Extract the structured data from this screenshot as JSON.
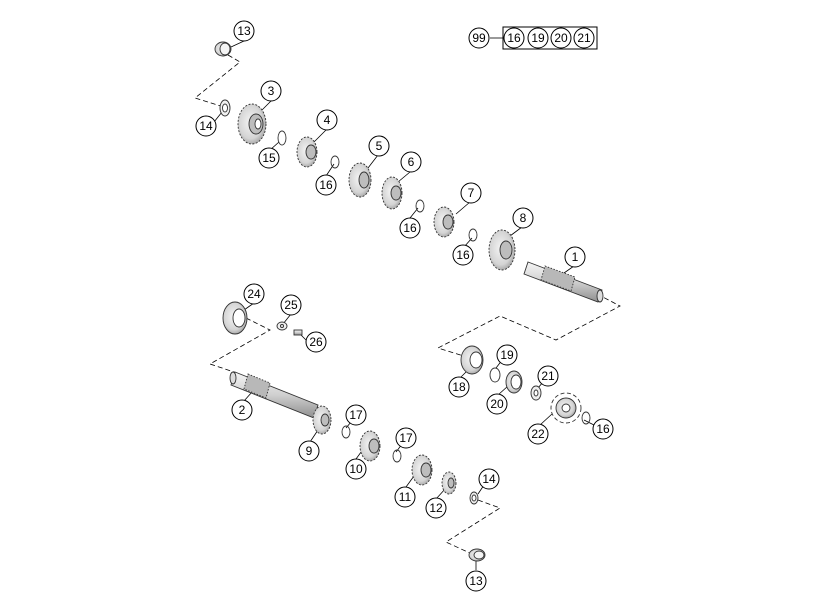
{
  "diagram": {
    "kit": {
      "number": "99",
      "contents": [
        "16",
        "19",
        "20",
        "21"
      ]
    },
    "callouts": {
      "c13_top": "13",
      "c14_top": "14",
      "c3": "3",
      "c15": "15",
      "c4": "4",
      "c16_a": "16",
      "c5": "5",
      "c6": "6",
      "c16_b": "16",
      "c7": "7",
      "c8": "8",
      "c16_c": "16",
      "c1": "1",
      "c24": "24",
      "c25": "25",
      "c26": "26",
      "c2": "2",
      "c9": "9",
      "c17_a": "17",
      "c10": "10",
      "c17_b": "17",
      "c11": "11",
      "c12": "12",
      "c14_bottom": "14",
      "c13_bottom": "13",
      "c18": "18",
      "c19": "19",
      "c20": "20",
      "c21": "21",
      "c22": "22",
      "c16_d": "16"
    },
    "colors": {
      "line": "#000000",
      "part_fill": "#e6e6e6",
      "part_dark": "#9a9a9a"
    }
  }
}
